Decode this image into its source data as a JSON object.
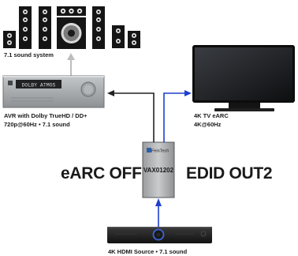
{
  "speakers": {
    "label": "7.1 sound system"
  },
  "avr": {
    "display_text": "DOLBY ATMOS",
    "label_line1": "AVR with Dolby TrueHD / DD+",
    "label_line2": "720p@60Hz • 7.1 sound"
  },
  "tv": {
    "label_line1": "4K TV eARC",
    "label_line2": "4K@60Hz"
  },
  "switch": {
    "brand": "FeinTech",
    "model": "VAX01202"
  },
  "modes": {
    "left": "eARC OFF",
    "right": "EDID OUT2"
  },
  "source": {
    "label": "4K HDMI Source • 7.1 sound"
  },
  "colors": {
    "audio_arrow": "#222222",
    "video_arrow": "#1f3fcc",
    "up_arrow": "#bdbdbd",
    "device_dark": "#1b1b1b",
    "avr_body": "#a3a6a9"
  }
}
